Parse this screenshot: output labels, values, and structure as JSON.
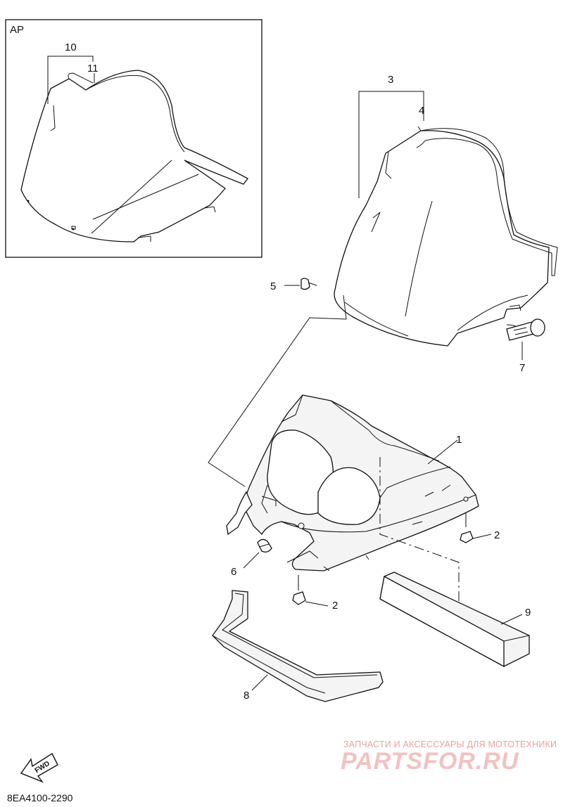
{
  "inset": {
    "label": "AP"
  },
  "callouts": {
    "p1": "1",
    "p2a": "2",
    "p2b": "2",
    "p3": "3",
    "p4": "4",
    "p5": "5",
    "p6": "6",
    "p7": "7",
    "p8": "8",
    "p9": "9",
    "p10": "10",
    "p11": "11"
  },
  "fwd_label": "FWD",
  "diagram_code": "8EA4100-2290",
  "watermark": {
    "caption": "ЗАПЧАСТИ И АКСЕССУАРЫ ДЛЯ МОТОТЕХНИКИ",
    "logo": "PARTSFOR.RU"
  }
}
